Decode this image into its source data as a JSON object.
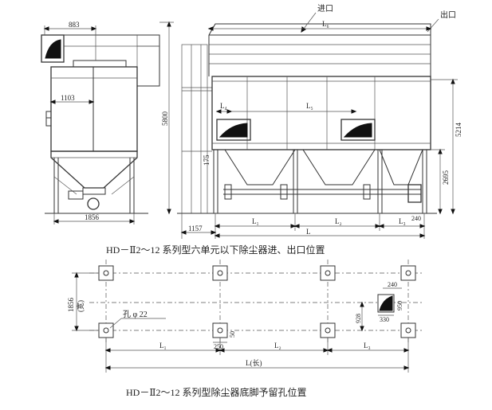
{
  "top_view": {
    "caption": "HD－Ⅱ2～12 系列型六单元以下除尘器进、出口位置",
    "labels": {
      "inlet": "进口",
      "outlet": "出口",
      "L6": "L₆",
      "L4": "L₄",
      "L5": "L₅",
      "L1": "L₁",
      "L2": "L₂",
      "L3": "L₃",
      "L": "L"
    },
    "dims": {
      "d883": "883",
      "d1103": "1103",
      "d5800": "5800",
      "d1856": "1856",
      "d1157": "1157",
      "d175": "175",
      "d5214": "5214",
      "d2695": "2695",
      "d240": "240"
    }
  },
  "bottom_view": {
    "caption": "HD－Ⅱ2～12 系列型除尘器底脚予留孔位置",
    "labels": {
      "width": "1856\n(宽)",
      "width_num": "1856",
      "width_word": "(宽)",
      "hole": "孔 φ 22",
      "L1": "L₁",
      "L2": "L₂",
      "L3": "L₃",
      "L_long": "L(长)"
    },
    "dims": {
      "d250": "250",
      "d50": "50",
      "d928": "928",
      "d240": "240",
      "d950": "950",
      "d330": "330"
    }
  }
}
